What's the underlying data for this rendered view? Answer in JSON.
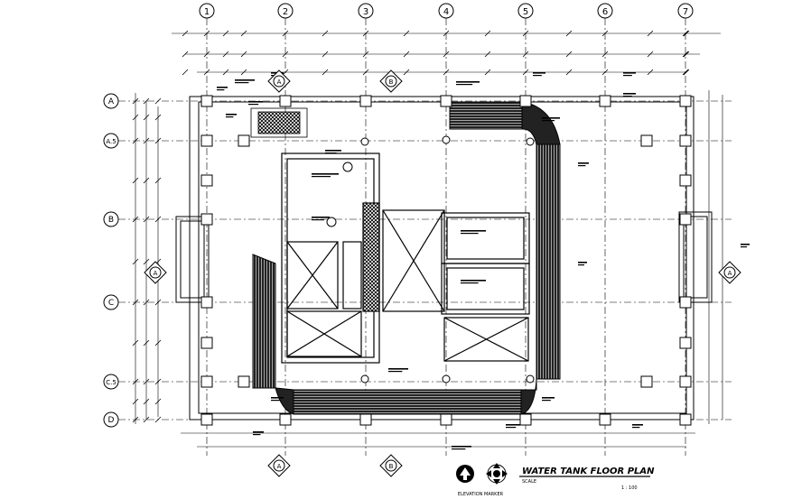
{
  "drawing": {
    "title": "WATER TANK FLOOR PLAN",
    "title_sub": "SCALE",
    "scale": "1 : 100",
    "legend_label": "ELEVATION MARKER",
    "column_grid": [
      "1",
      "2",
      "3",
      "4",
      "5",
      "6",
      "7"
    ],
    "row_grid": [
      "A",
      "A.5",
      "B",
      "C",
      "C.5",
      "D"
    ],
    "section_markers": {
      "top_left": "A",
      "top_mid": "B",
      "bottom_left": "A",
      "bottom_mid": "B",
      "left": "A",
      "right": "A"
    }
  }
}
